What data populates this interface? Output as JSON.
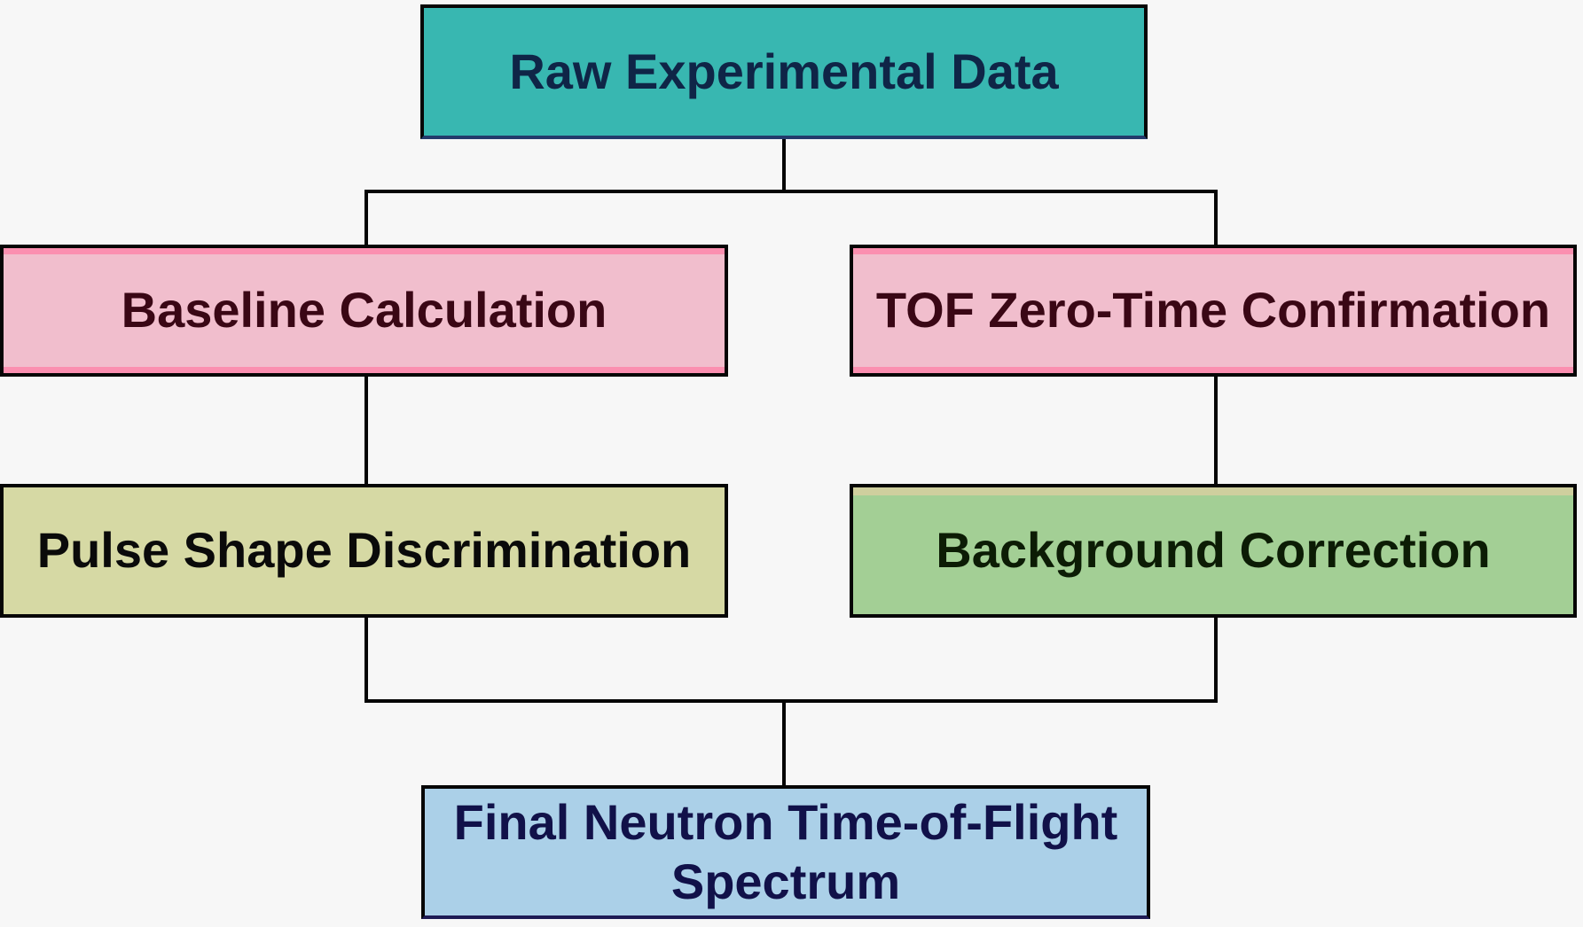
{
  "diagram": {
    "background_color": "#f7f7f7",
    "connector_color": "#050505",
    "nodes": [
      {
        "id": "raw_experimental_data",
        "label": "Raw Experimental Data",
        "fill": "#38b7b1",
        "text_color": "#0f2547"
      },
      {
        "id": "baseline_calculation",
        "label": "Baseline Calculation",
        "fill": "#f1becd",
        "text_color": "#3a0715"
      },
      {
        "id": "tof_zero_time",
        "label": "TOF Zero-Time Confirmation",
        "fill": "#f1becd",
        "text_color": "#3a0715"
      },
      {
        "id": "pulse_shape_discrimination",
        "label": "Pulse Shape Discrimination",
        "fill": "#d6d9a4",
        "text_color": "#0a0a0a"
      },
      {
        "id": "background_correction",
        "label": "Background Correction",
        "fill": "#a3cf95",
        "text_color": "#0c1c05"
      },
      {
        "id": "final_tof_spectrum",
        "label": "Final Neutron Time-of-Flight Spectrum",
        "fill": "#abd0e8",
        "text_color": "#111149"
      }
    ],
    "edges": [
      {
        "from": "raw_experimental_data",
        "to": "baseline_calculation"
      },
      {
        "from": "raw_experimental_data",
        "to": "tof_zero_time"
      },
      {
        "from": "baseline_calculation",
        "to": "pulse_shape_discrimination"
      },
      {
        "from": "tof_zero_time",
        "to": "background_correction"
      },
      {
        "from": "pulse_shape_discrimination",
        "to": "final_tof_spectrum"
      },
      {
        "from": "background_correction",
        "to": "final_tof_spectrum"
      }
    ]
  }
}
